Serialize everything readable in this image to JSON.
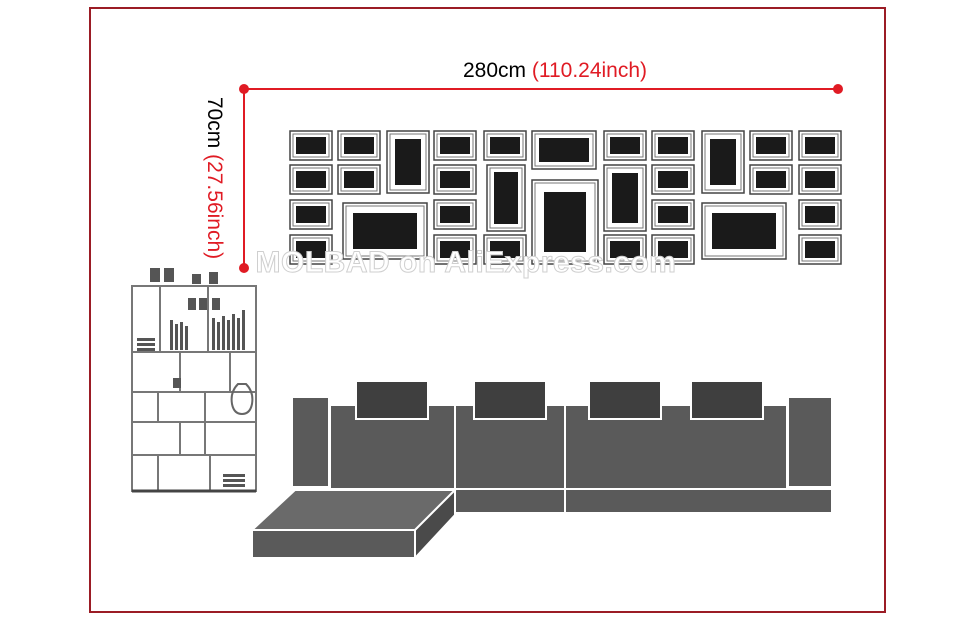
{
  "dimensions": {
    "width_metric": "280cm",
    "width_imperial": "(110.24inch)",
    "height_metric": "70cm",
    "height_imperial": "(27.56inch)"
  },
  "watermark": "MOLBAD on AliExpress.com",
  "colors": {
    "border": "#9b1c25",
    "dimension_line": "#e01b24",
    "photo_fill": "#1a1a1a",
    "sofa_fill": "#5a5a5a",
    "pillow_fill": "#3f3f3f"
  }
}
